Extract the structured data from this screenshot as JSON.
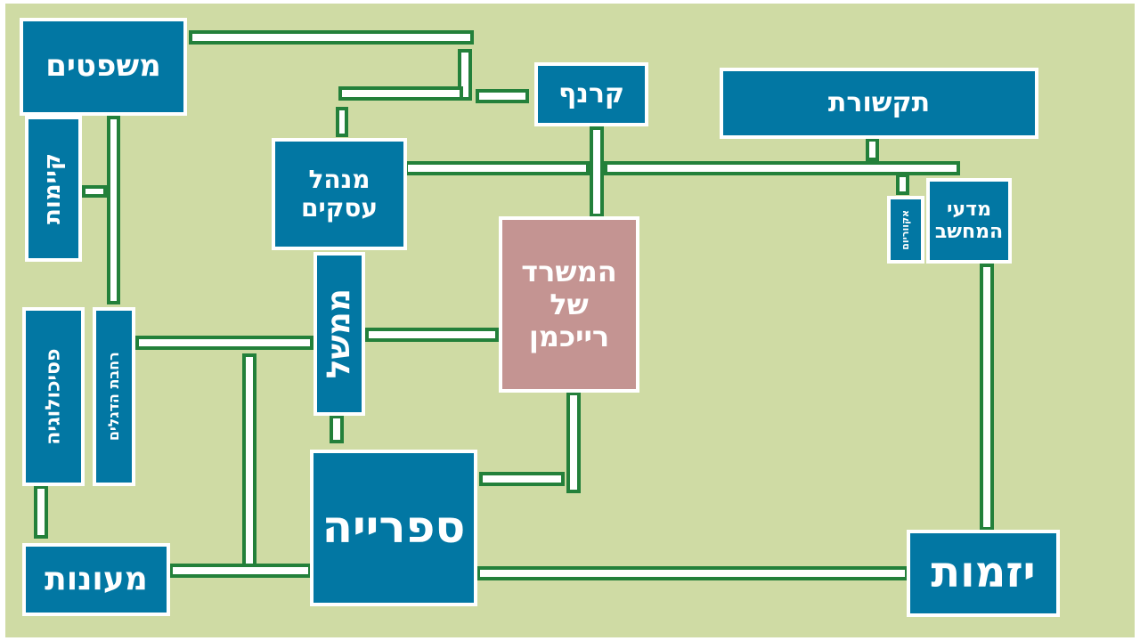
{
  "rooms": {
    "mishpatim": "משפטים",
    "kayamut": "קיימות",
    "mishal": "ממשל",
    "menahel": "מנהל\nעסקים",
    "kronf": "קרנף",
    "tikshoret": "תקשורת",
    "madei": "מדעי\nהמחשב",
    "akvarium": "אקווריום",
    "misrad": "המשרד\nשל\nרייכמן",
    "psychologia": "פסיכולוגיה",
    "rehavat": "רחבת הדגלים",
    "sifria": "ספרייה",
    "yazamut": "יזמות",
    "meonot": "מעונות"
  },
  "colors": {
    "background": "#cfdba4",
    "room": "#0277a3",
    "highlight_room": "#c49492",
    "path_fill": "#ffffff",
    "path_border": "#23803a"
  }
}
